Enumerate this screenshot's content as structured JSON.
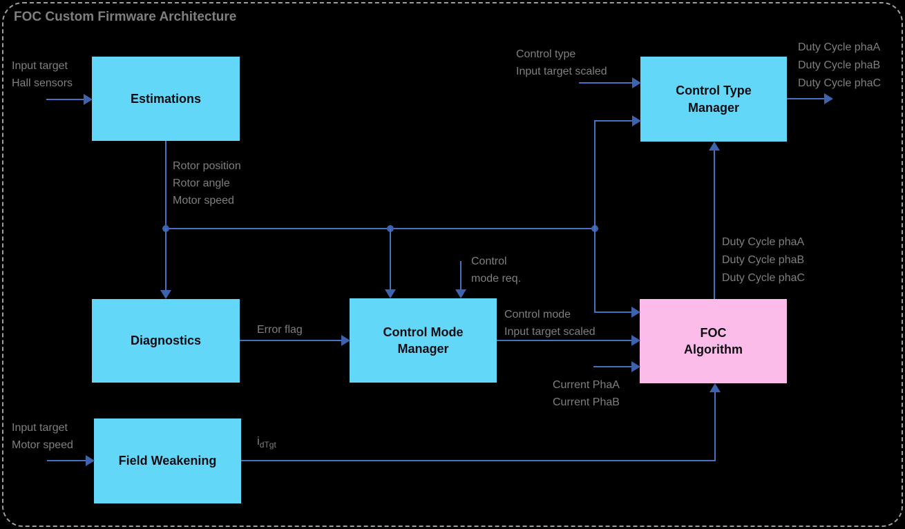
{
  "title": "FOC Custom Firmware Architecture",
  "colors": {
    "background": "#000000",
    "box_cyan": "#63d7f8",
    "box_pink": "#fbbce9",
    "line_blue": "#4472c4",
    "arrow_blue": "#3e63ae",
    "label_gray": "#7f7f7f",
    "box_text": "#0d0d14",
    "marquee_gray": "#9e9e9e"
  },
  "nodes": {
    "estimations": {
      "label": "Estimations"
    },
    "diagnostics": {
      "label": "Diagnostics"
    },
    "control_mode_manager": {
      "line1": "Control Mode",
      "line2": "Manager"
    },
    "field_weakening": {
      "label": "Field Weakening"
    },
    "control_type_manager": {
      "line1": "Control Type",
      "line2": "Manager"
    },
    "foc_algorithm": {
      "line1": "FOC",
      "line2": "Algorithm"
    }
  },
  "labels": {
    "estimations_inputs": [
      "Input target",
      "Hall sensors"
    ],
    "estimations_outputs": [
      "Rotor position",
      "Rotor angle",
      "Motor speed"
    ],
    "control_type_inputs": [
      "Control type",
      "Input target scaled"
    ],
    "duty_cycle_outputs": [
      "Duty Cycle phaA",
      "Duty Cycle phaB",
      "Duty Cycle phaC"
    ],
    "duty_cycle_feedback": [
      "Duty Cycle phaA",
      "Duty Cycle phaB",
      "Duty Cycle phaC"
    ],
    "control_mode_request": [
      "Control",
      "mode req."
    ],
    "error_flag": "Error flag",
    "control_mode_outputs": [
      "Control mode",
      "Input target scaled"
    ],
    "current_inputs": [
      "Current PhaA",
      "Current PhaB"
    ],
    "field_weakening_inputs": [
      "Input target",
      "Motor speed"
    ],
    "id_target": {
      "base": "i",
      "sub": "dTgt"
    }
  }
}
